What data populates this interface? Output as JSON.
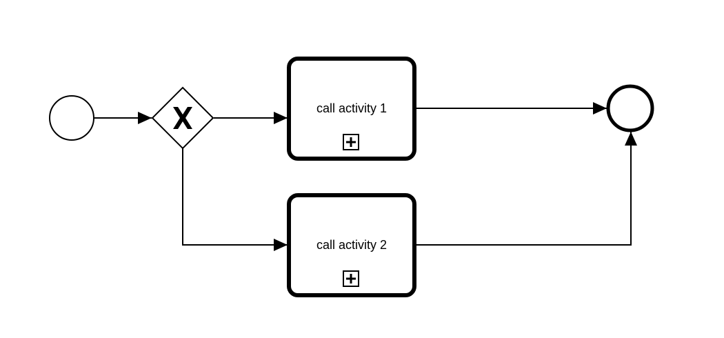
{
  "diagram": {
    "type": "bpmn-process",
    "elements": {
      "start_event": {
        "kind": "start-event"
      },
      "gateway": {
        "kind": "exclusive-gateway",
        "marker": "X"
      },
      "call_activity_1": {
        "kind": "call-activity",
        "label": "call activity 1",
        "marker_icon": "plus-square-icon"
      },
      "call_activity_2": {
        "kind": "call-activity",
        "label": "call activity 2",
        "marker_icon": "plus-square-icon"
      },
      "end_event": {
        "kind": "end-event"
      }
    },
    "flows": [
      {
        "from": "start_event",
        "to": "gateway"
      },
      {
        "from": "gateway",
        "to": "call_activity_1"
      },
      {
        "from": "gateway",
        "to": "call_activity_2"
      },
      {
        "from": "call_activity_1",
        "to": "end_event"
      },
      {
        "from": "call_activity_2",
        "to": "end_event"
      }
    ]
  }
}
